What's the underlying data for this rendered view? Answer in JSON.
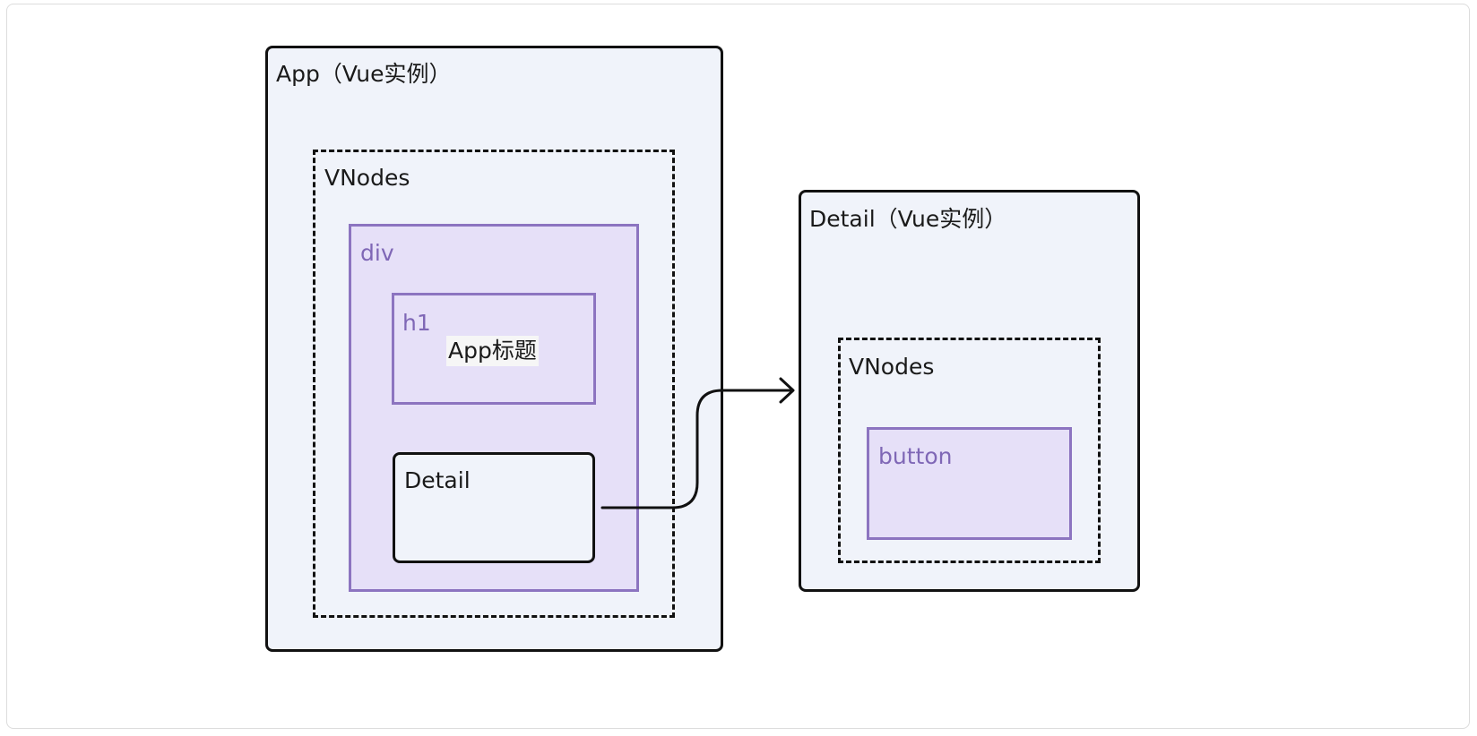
{
  "app_instance": {
    "label": "App（Vue实例）",
    "vnodes": {
      "label": "VNodes",
      "div": {
        "label": "div",
        "h1": {
          "label": "h1",
          "content": "App标题"
        },
        "detail": {
          "label": "Detail"
        }
      }
    }
  },
  "detail_instance": {
    "label": "Detail（Vue实例）",
    "vnodes": {
      "label": "VNodes",
      "button": {
        "label": "button"
      }
    }
  },
  "colors": {
    "instance_fill": "#f0f3fa",
    "element_fill": "#e6e0f8",
    "element_border": "#8c74c0",
    "stroke": "#111111"
  }
}
